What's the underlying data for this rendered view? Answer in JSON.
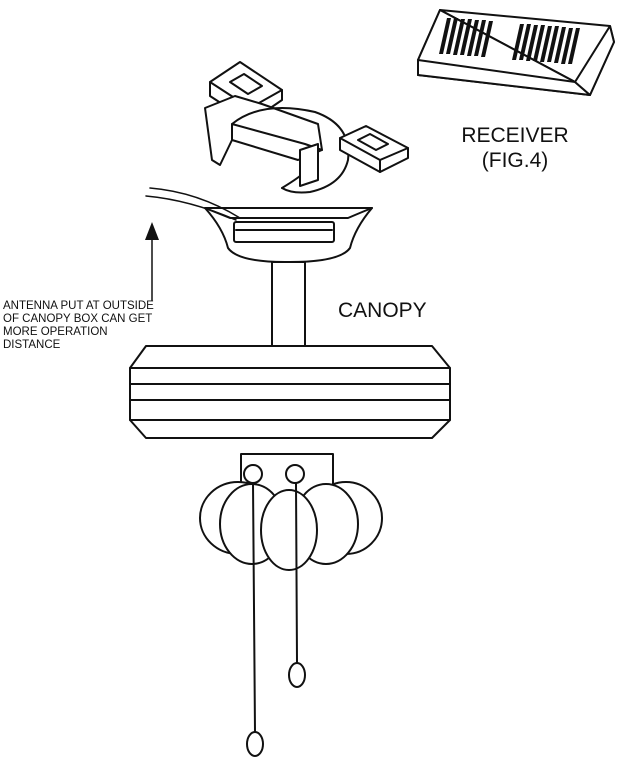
{
  "figure": {
    "receiver_label": "RECEIVER",
    "figure_label": "(FIG.4)",
    "canopy_label": "CANOPY",
    "antenna_note_lines": [
      "ANTENNA PUT  AT OUTSIDE",
      "OF CANOPY BOX CAN GET",
      "MORE OPERATION",
      "DISTANCE"
    ]
  },
  "colors": {
    "ink": "#111111",
    "paper": "#ffffff"
  }
}
